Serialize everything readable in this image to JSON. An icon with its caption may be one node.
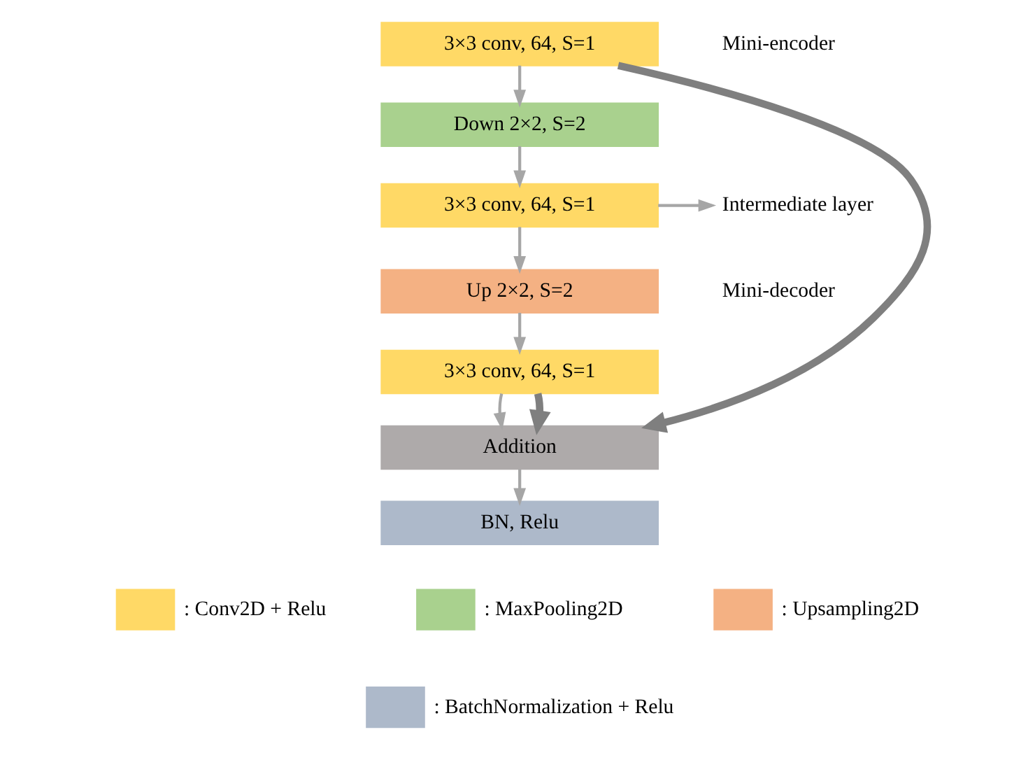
{
  "diagram": {
    "nodes": [
      {
        "text": [
          "3×3 conv, 64, S=1"
        ]
      },
      {
        "text": [
          "Down 2×2, S=2"
        ]
      },
      {
        "text": [
          "3×3 conv, 64, S=1"
        ]
      },
      {
        "text": [
          "Up 2×2, S=2"
        ]
      },
      {
        "text": [
          "3×3 conv, 64, S=1"
        ]
      },
      {
        "text": [
          "Addition"
        ]
      },
      {
        "text": [
          "BN, Relu"
        ]
      },
      {
        "text": [
          "Intermediate layer"
        ]
      }
    ],
    "edges": [
      {
        "from": 0,
        "to": 1,
        "arrow": "to"
      },
      {
        "from": 1,
        "to": 2,
        "arrow": "to"
      },
      {
        "from": 2,
        "to": 3,
        "arrow": "to"
      },
      {
        "from": 3,
        "to": 4,
        "arrow": "to"
      },
      {
        "from": 4,
        "to": 5,
        "arrow": "to"
      },
      {
        "from": 5,
        "to": 6,
        "arrow": "to"
      },
      {
        "from": 0,
        "to": 5,
        "arrow": "to",
        "style": "thick",
        "color": "#7f7f7f"
      },
      {
        "from": 4,
        "to": 5,
        "arrow": "to",
        "style": "thick",
        "color": "#7f7f7f"
      },
      {
        "from": 2,
        "to": 7,
        "arrow": "to"
      }
    ],
    "labels": [
      "Mini-encoder",
      "Mini-decoder"
    ],
    "legend": [
      {
        "text": ": Conv2D + Relu",
        "color": "#ffd966"
      },
      {
        "text": ": MaxPooling2D",
        "color": "#a9d18e"
      },
      {
        "text": ": Upsampling2D",
        "color": "#f4b183"
      },
      {
        "text": ": BatchNormalization + Relu",
        "color": "#adb9ca"
      }
    ]
  }
}
